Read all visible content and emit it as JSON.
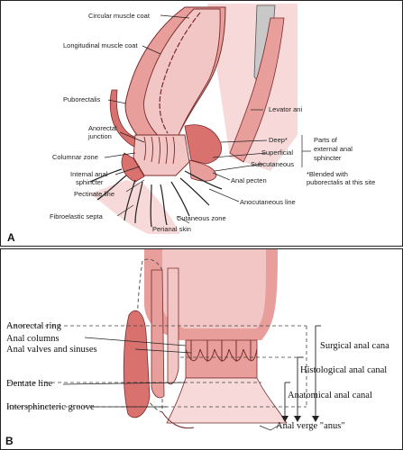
{
  "panel_a": {
    "letter": "A",
    "labels": {
      "circular_muscle_coat": "Circular muscle coat",
      "longitudinal_muscle_coat": "Longitudinal muscle coat",
      "puborectalis": "Puborectalis",
      "levator_ani": "Levator ani",
      "anorectal_junction_1": "Anorectal",
      "anorectal_junction_2": "junction",
      "columnar_zone": "Columnar zone",
      "internal_anal_sphincter_1": "Internal anal",
      "internal_anal_sphincter_2": "sphincter",
      "pectinate_line": "Pectinate line",
      "fibroelastic_septa": "Fibroelastic septa",
      "perianal_skin": "Perianal skin",
      "cutaneous_zone": "Cutaneous zone",
      "anocutaneous_line": "Anocutaneous line",
      "anal_pecten": "Anal pecten",
      "deep": "Deep*",
      "superficial": "Superficial",
      "subcutaneous": "Subcutaneous",
      "parts_1": "Parts of",
      "parts_2": "external anal",
      "parts_3": "sphincter",
      "note_1": "*Blended with",
      "note_2": "puborectalis at this site"
    }
  },
  "panel_b": {
    "letter": "B",
    "labels": {
      "anorectal_ring": "Anorectal ring",
      "anal_columns": "Anal columns",
      "anal_valves": "Anal valves and sinuses",
      "dentate_line": "Dentate line",
      "intersphincteric_groove": "Intersphincteric groove",
      "surgical_anal_canal": "Surgical anal cana",
      "histological_anal_canal": "Histological anal canal",
      "anatomical_anal_canal": "Anatomical anal canal",
      "anal_verge": "Anal verge \"anus\""
    }
  },
  "colors": {
    "muscle_light": "#f2c6c4",
    "muscle_mid": "#e89e9b",
    "muscle_dark": "#d9716f",
    "bone_gray": "#c8c8c8"
  }
}
